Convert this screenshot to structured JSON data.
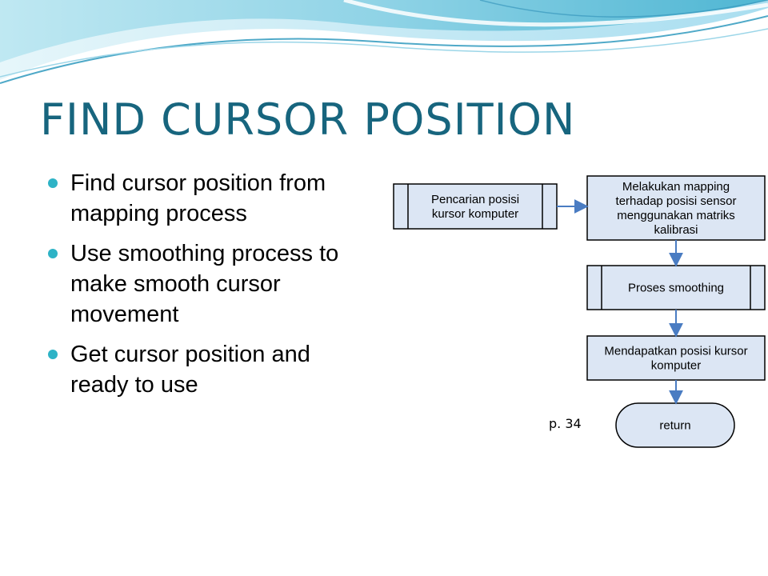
{
  "slide": {
    "title": "FIND CURSOR POSITION",
    "bullets": [
      {
        "line1": "Find cursor position from",
        "line2": "mapping process",
        "line3": ""
      },
      {
        "line1": "Use smoothing process to",
        "line2": "make smooth cursor",
        "line3": "movement"
      },
      {
        "line1": "Get cursor position and",
        "line2": "ready to use",
        "line3": ""
      }
    ],
    "page_ref": "p. 34"
  },
  "flowchart": {
    "nodes": [
      {
        "id": "pencarian",
        "shape": "predefined-process",
        "lines": [
          "Pencarian posisi",
          "kursor komputer"
        ]
      },
      {
        "id": "mapping",
        "shape": "process",
        "lines": [
          "Melakukan mapping",
          "terhadap posisi sensor",
          "menggunakan matriks",
          "kalibrasi"
        ]
      },
      {
        "id": "smoothing",
        "shape": "predefined-process",
        "lines": [
          "Proses smoothing"
        ]
      },
      {
        "id": "mendapatkan",
        "shape": "process",
        "lines": [
          "Mendapatkan posisi kursor",
          "komputer"
        ]
      },
      {
        "id": "return",
        "shape": "terminator",
        "lines": [
          "return"
        ]
      }
    ],
    "edges": [
      {
        "from": "pencarian",
        "to": "mapping"
      },
      {
        "from": "mapping",
        "to": "smoothing"
      },
      {
        "from": "smoothing",
        "to": "mendapatkan"
      },
      {
        "from": "mendapatkan",
        "to": "return"
      }
    ],
    "colors": {
      "box_fill": "#dce6f4",
      "box_stroke": "#000000",
      "arrow": "#4a7cc2"
    }
  },
  "theme": {
    "title_color": "#17657e",
    "bullet_color": "#2eb3c6"
  }
}
